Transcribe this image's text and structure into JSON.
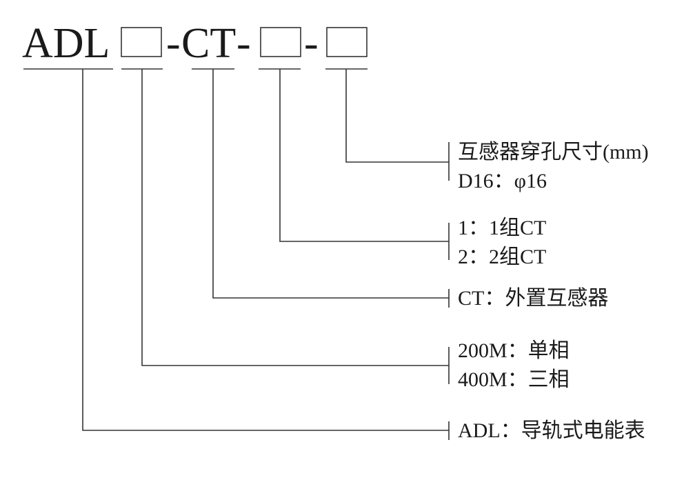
{
  "model": {
    "prefix": "ADL",
    "dash1": "-",
    "ct": "CT",
    "dash2": "-",
    "dash3": "-"
  },
  "items": {
    "hole_size": {
      "line1": "互感器穿孔尺寸(mm)",
      "line2": "D16：φ16"
    },
    "ct_groups": {
      "line1": "1：1组CT",
      "line2": "2：2组CT"
    },
    "ct_type": {
      "line1": "CT：外置互感器"
    },
    "phase": {
      "line1": "200M：单相",
      "line2": "400M：三相"
    },
    "product": {
      "line1": "ADL：导轨式电能表"
    }
  }
}
